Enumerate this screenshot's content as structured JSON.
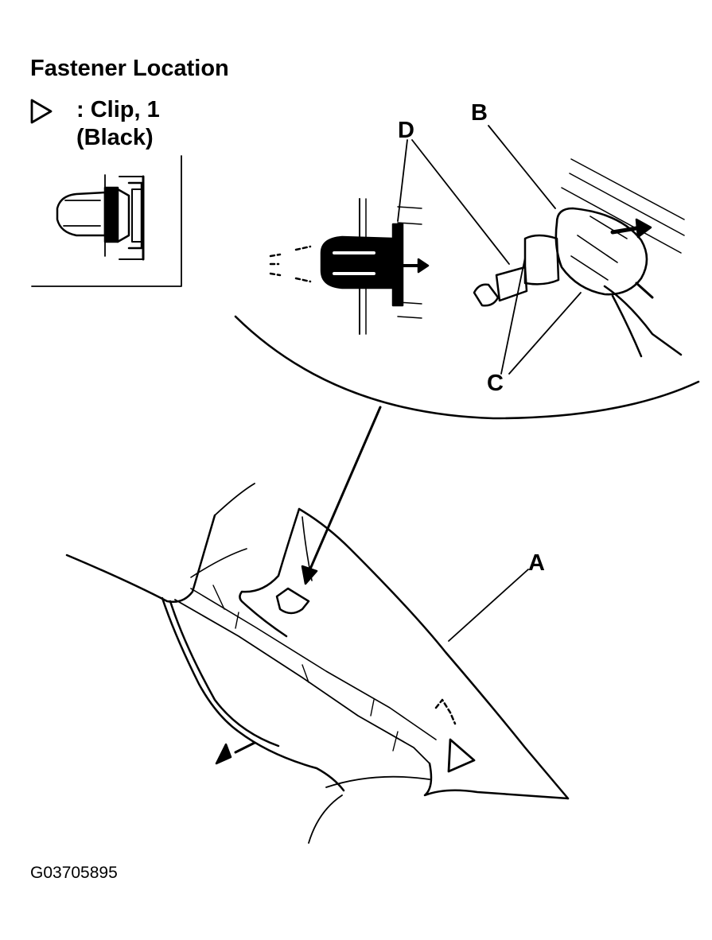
{
  "title": "Fastener Location",
  "legend": {
    "symbol": "triangle-icon",
    "separator": ":",
    "item_name": "Clip, 1",
    "item_color": "(Black)"
  },
  "callouts": {
    "A": "A",
    "B": "B",
    "C": "C",
    "D": "D"
  },
  "figure_code": "G03705895"
}
